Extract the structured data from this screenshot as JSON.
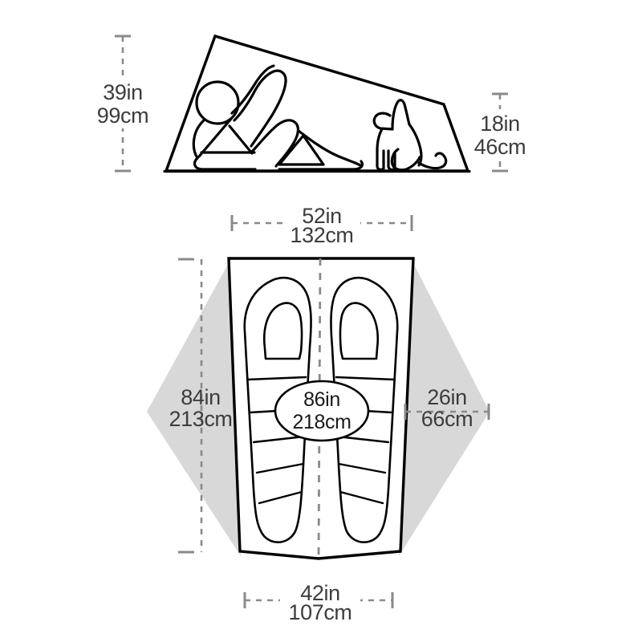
{
  "diagram": {
    "title": "Tent dimension diagram",
    "colors": {
      "outline": "#000000",
      "vestibule_fill": "#d8d8d8",
      "dimension_line": "#8a8a8a",
      "dimension_text": "#3d3d3d",
      "background": "#ffffff"
    },
    "views": [
      {
        "name": "side-elevation-view",
        "label": "Side elevation"
      },
      {
        "name": "floor-plan-view",
        "label": "Floor plan"
      }
    ],
    "dimensions": {
      "peak_height": {
        "name": "peak-height-dimension",
        "orientation": "vertical",
        "view": "side-elevation",
        "position": "left",
        "inches": "39in",
        "centimeters": "99cm"
      },
      "foot_height": {
        "name": "foot-height-dimension",
        "orientation": "vertical",
        "view": "side-elevation",
        "position": "right",
        "inches": "18in",
        "centimeters": "46cm"
      },
      "head_width": {
        "name": "head-width-dimension",
        "orientation": "horizontal",
        "view": "floor-plan",
        "position": "top",
        "inches": "52in",
        "centimeters": "132cm"
      },
      "floor_length": {
        "name": "floor-length-dimension",
        "orientation": "vertical",
        "view": "floor-plan",
        "position": "left",
        "inches": "84in",
        "centimeters": "213cm"
      },
      "vestibule_depth": {
        "name": "vestibule-depth-dimension",
        "orientation": "horizontal",
        "view": "floor-plan",
        "position": "right",
        "inches": "26in",
        "centimeters": "66cm"
      },
      "foot_width": {
        "name": "foot-width-dimension",
        "orientation": "horizontal",
        "view": "floor-plan",
        "position": "bottom",
        "inches": "42in",
        "centimeters": "107cm"
      },
      "total_length": {
        "name": "total-length-dimension",
        "orientation": "vertical",
        "view": "floor-plan",
        "position": "center-oval",
        "inches": "86in",
        "centimeters": "218cm"
      }
    },
    "figures": [
      {
        "name": "person-silhouette",
        "label": "Reclining person"
      },
      {
        "name": "dog-silhouette",
        "label": "Sitting dog"
      },
      {
        "name": "sleeping-pad-left",
        "label": "Left sleeping pad"
      },
      {
        "name": "sleeping-pad-right",
        "label": "Right sleeping pad"
      },
      {
        "name": "vestibule-left",
        "label": "Left vestibule"
      },
      {
        "name": "vestibule-right",
        "label": "Right vestibule"
      }
    ]
  }
}
